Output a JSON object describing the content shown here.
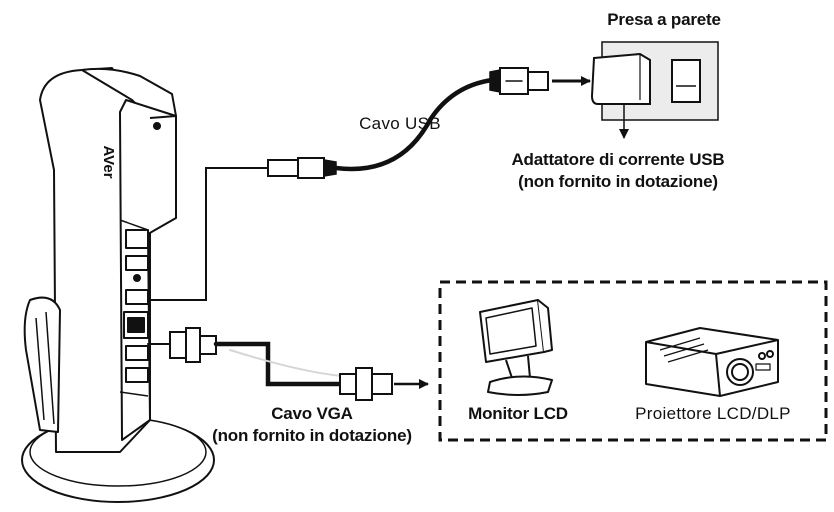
{
  "labels": {
    "wall_socket": "Presa a parete",
    "usb_cable": "Cavo USB",
    "usb_adapter_line1": "Adattatore di corrente USB",
    "usb_adapter_line2": "(non fornito in dotazione)",
    "vga_cable_line1": "Cavo VGA",
    "vga_cable_line2": "(non fornito in dotazione)",
    "monitor": "Monitor LCD",
    "projector": "Proiettore LCD/DLP",
    "device_logo": "AVer"
  },
  "colors": {
    "line": "#111111",
    "background": "#ffffff",
    "light_shade": "#e8e8e8"
  },
  "icons": [
    "document-camera",
    "usb-plug",
    "usb-power-adapter",
    "wall-outlet",
    "vga-connector",
    "lcd-monitor",
    "projector",
    "arrow"
  ]
}
